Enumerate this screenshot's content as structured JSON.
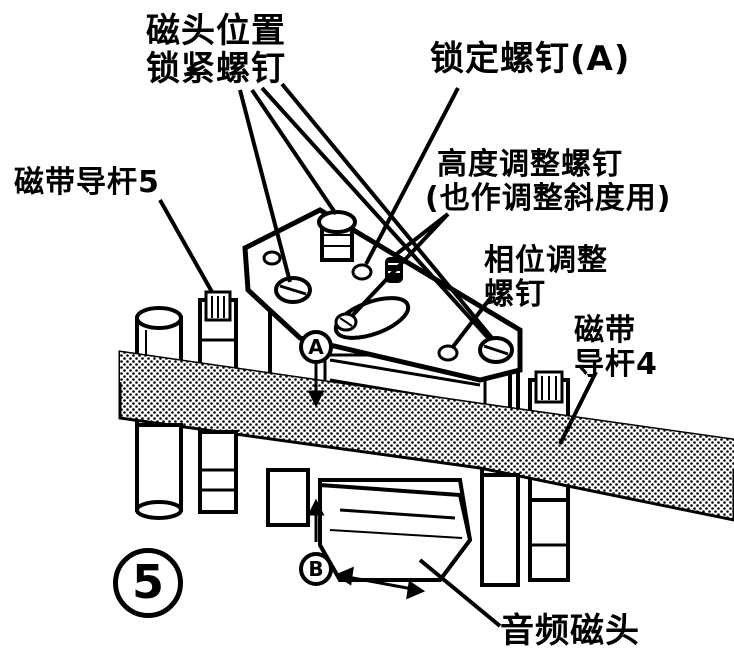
{
  "labels": {
    "head_position_lock_screw": [
      "磁头位置",
      "锁紧螺钉"
    ],
    "lock_screw_a": "锁定螺钉(A)",
    "height_adjust_screw": [
      "高度调整螺钉",
      "(也作调整斜度用)"
    ],
    "tape_guide_5": "磁带导杆5",
    "phase_adjust_screw": [
      "相位调整",
      "螺钉"
    ],
    "tape_guide_4": [
      "磁带",
      "导杆4"
    ],
    "audio_head": "音频磁头"
  },
  "markers": {
    "a": "A",
    "b": "B"
  },
  "figure_number": "5",
  "colors": {
    "ink": "#000000",
    "paper": "#ffffff"
  }
}
